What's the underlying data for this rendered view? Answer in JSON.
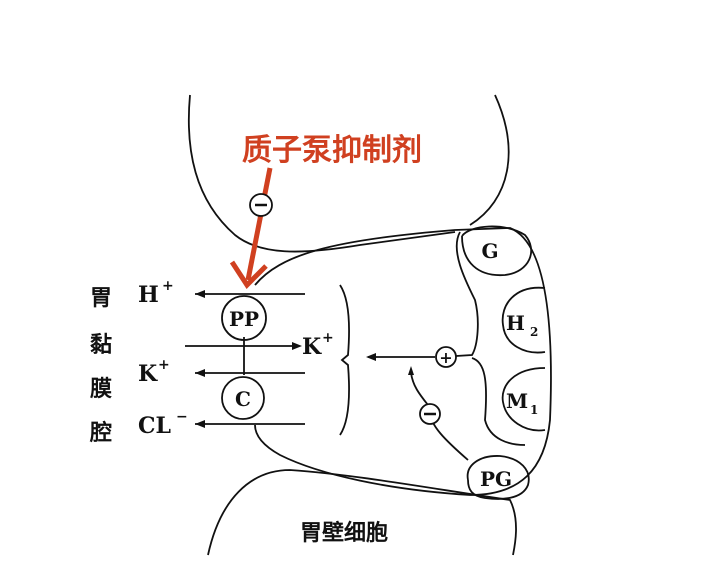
{
  "title": "质子泵抑制剂",
  "title_color": "#d04020",
  "inhibit_sign": "−",
  "lumen_label": [
    "胃",
    "黏",
    "膜",
    "腔"
  ],
  "ions_left": {
    "h": "H",
    "h_sup": "+",
    "k": "K",
    "k_sup": "+",
    "cl": "CL",
    "cl_sup": "−"
  },
  "ion_right": {
    "k": "K",
    "k_sup": "+"
  },
  "pump": "PP",
  "channel": "C",
  "receptors": {
    "g": "G",
    "h2": "H",
    "h2_sub": "2",
    "m1": "M",
    "m1_sub": "1",
    "pg": "PG"
  },
  "plus_sign": "+",
  "minus_sign": "−",
  "cell_label": "胃壁细胞"
}
